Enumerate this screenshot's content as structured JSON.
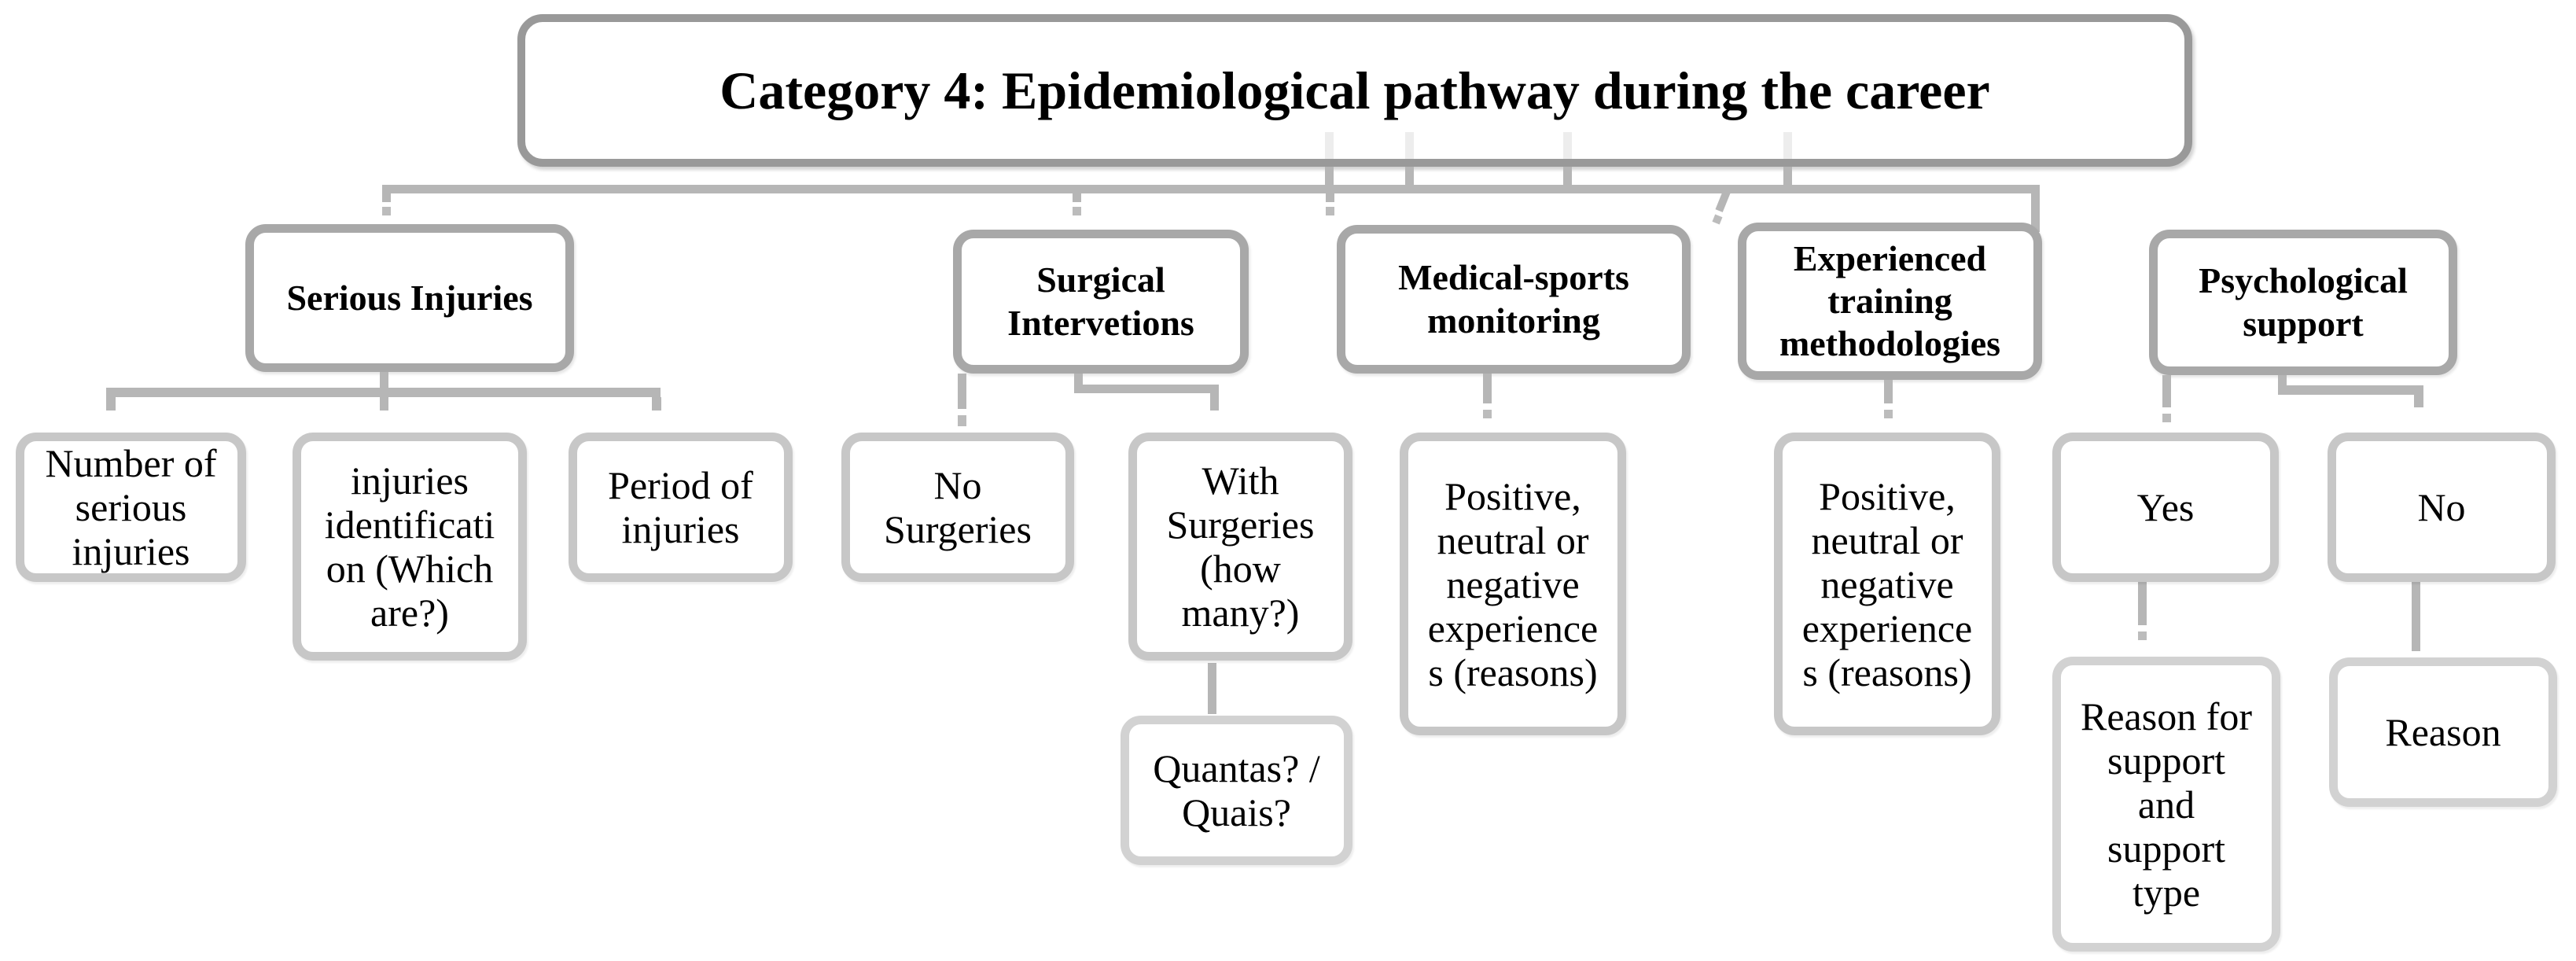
{
  "title": "Category 4: Epidemiological pathway during the career",
  "nodes": {
    "serious_injuries": {
      "label": "Serious Injuries"
    },
    "surgical_interventions": {
      "label": "Surgical\nIntervetions"
    },
    "medical_sports_monitoring": {
      "label": "Medical-sports\nmonitoring"
    },
    "experienced_training": {
      "label": "Experienced\ntraining\nmethodologies"
    },
    "psychological_support": {
      "label": "Psychological\nsupport"
    },
    "number_serious_injuries": {
      "label": "Number of\nserious\ninjuries"
    },
    "injuries_identification": {
      "label": "injuries\nidentificati\non (Which\nare?)"
    },
    "period_of_injuries": {
      "label": "Period of\ninjuries"
    },
    "no_surgeries": {
      "label": "No\nSurgeries"
    },
    "with_surgeries": {
      "label": "With\nSurgeries\n(how\nmany?)"
    },
    "experiences_medical": {
      "label": "Positive,\nneutral or\nnegative\nexperience\ns (reasons)"
    },
    "experiences_training": {
      "label": "Positive,\nneutral or\nnegative\nexperience\ns (reasons)"
    },
    "support_yes": {
      "label": "Yes"
    },
    "support_no": {
      "label": "No"
    },
    "quantas_quais": {
      "label": "Quantas? /\nQuais?"
    },
    "reason_for_support": {
      "label": "Reason for\nsupport\nand\nsupport\ntype"
    },
    "reason": {
      "label": "Reason"
    }
  },
  "colors": {
    "title_border": "#999999",
    "level2_border": "#a8a8a8",
    "level3_border": "#c7c7c7",
    "level4_border": "#d2d2d2",
    "connector": "#b6b6b6",
    "text": "#000000",
    "background": "#ffffff"
  }
}
